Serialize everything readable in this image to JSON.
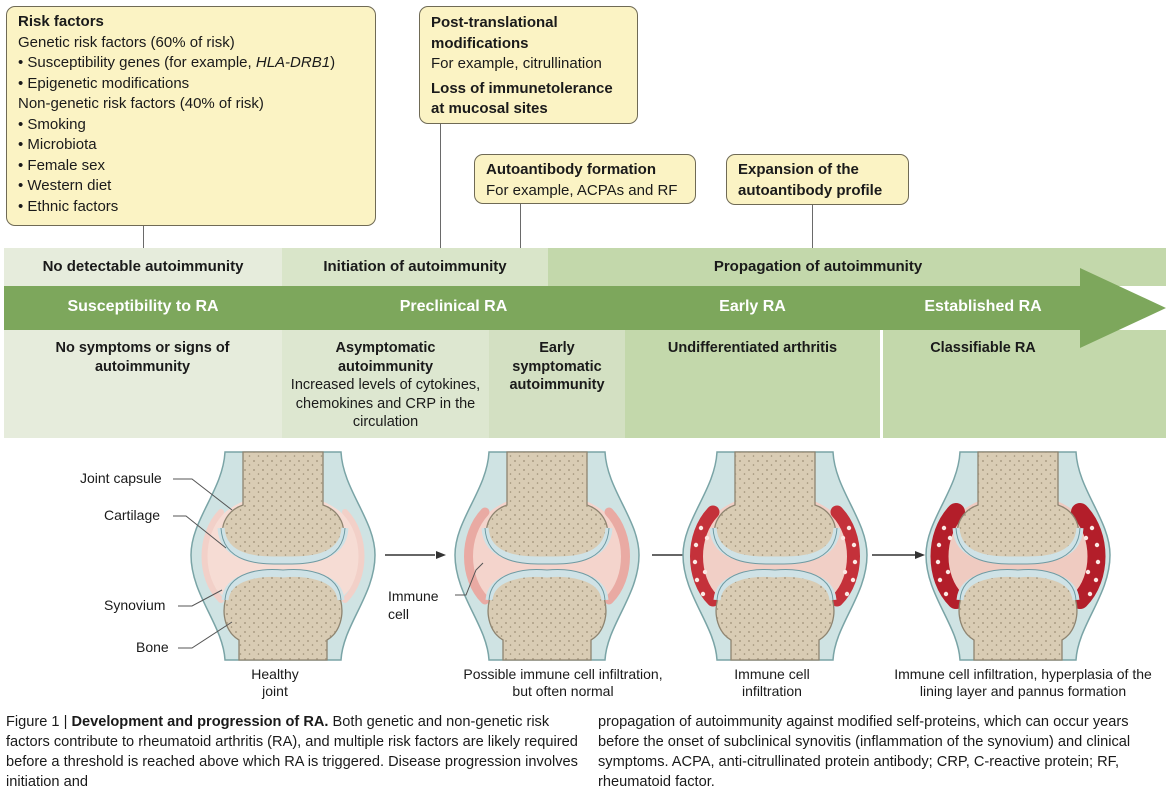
{
  "boxes": {
    "risk": {
      "title": "Risk factors",
      "genetic_heading": "Genetic risk factors (60% of risk)",
      "genetic_items": [
        "Susceptibility genes (for example, ",
        "Epigenetic modifications"
      ],
      "gene_name": "HLA-DRB1",
      "gene_close": ")",
      "nongenetic_heading": "Non-genetic risk factors (40% of risk)",
      "nongenetic_items": [
        "Smoking",
        "Microbiota",
        "Female sex",
        "Western diet",
        "Ethnic factors"
      ]
    },
    "ptm": {
      "title": "Post-translational modifications",
      "example": "For example, citrullination",
      "title2": "Loss of immunetolerance at mucosal sites"
    },
    "autoab": {
      "title": "Autoantibody formation",
      "example": "For example, ACPAs and RF"
    },
    "expansion": {
      "title": "Expansion of the autoantibody profile"
    }
  },
  "autoimmunity_band": [
    "No detectable autoimmunity",
    "Initiation of autoimmunity",
    "Propagation of autoimmunity"
  ],
  "stages": [
    "Susceptibility to RA",
    "Preclinical RA",
    "Early RA",
    "Established RA"
  ],
  "descriptions": [
    {
      "bold": "No symptoms or signs of autoimmunity",
      "text": ""
    },
    {
      "bold": "Asymptomatic autoimmunity",
      "text": "Increased levels of cytokines, chemokines and CRP in the circulation"
    },
    {
      "bold": "Early symptomatic autoimmunity",
      "text": ""
    },
    {
      "bold": "Undifferentiated arthritis",
      "text": ""
    },
    {
      "bold": "Classifiable RA",
      "text": ""
    }
  ],
  "anatomy_labels": [
    "Joint capsule",
    "Cartilage",
    "Synovium",
    "Bone"
  ],
  "immune_cell_label": "Immune cell",
  "joint_captions": [
    "Healthy joint",
    "Possible immune cell infiltration, but often normal",
    "Immune cell infiltration",
    "Immune cell infiltration, hyperplasia of the lining layer and pannus formation"
  ],
  "caption": {
    "figure_label": "Figure 1 | ",
    "title": "Development and progression of RA.",
    "left_text": " Both genetic and non-genetic risk factors contribute to rheumatoid arthritis (RA), and multiple risk factors are likely required before a threshold is reached above which RA is triggered. Disease progression involves initiation and",
    "right_text": "propagation of autoimmunity against modified self-proteins, which can occur years before the onset of subclinical synovitis (inflammation of the synovium) and clinical symptoms. ACPA, anti-citrullinated protein antibody; CRP, C-reactive protein; RF, rheumatoid factor."
  },
  "colors": {
    "box_fill": "#fbf3c4",
    "arrow_green": "#7ea85d",
    "band_light": "#e5ecd9",
    "band_mid": "#d6e3c4",
    "band_dark": "#c2d6aa",
    "bone": "#d9ccb4",
    "cartilage": "#cfe2e6",
    "synovium_inflamed": "#c4313a"
  }
}
